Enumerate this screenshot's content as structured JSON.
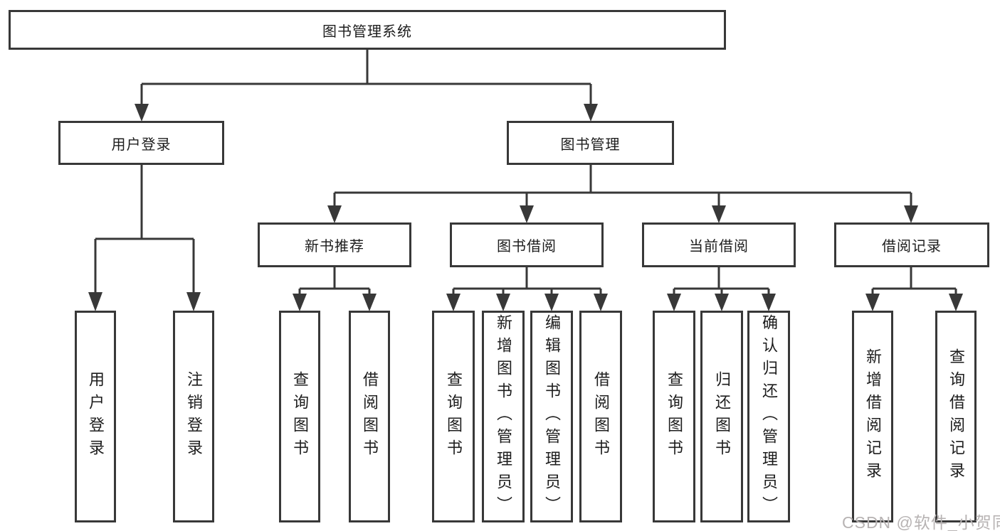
{
  "diagram": {
    "root": {
      "label": "图书管理系统"
    },
    "branches": [
      {
        "label": "用户登录",
        "children": [
          {
            "label": "用户登录"
          },
          {
            "label": "注销登录"
          }
        ]
      },
      {
        "label": "图书管理",
        "children": [
          {
            "label": "新书推荐",
            "children": [
              {
                "label": "查询图书"
              },
              {
                "label": "借阅图书"
              }
            ]
          },
          {
            "label": "图书借阅",
            "children": [
              {
                "label": "查询图书"
              },
              {
                "label": "新增图书（管理员）"
              },
              {
                "label": "编辑图书（管理员）"
              },
              {
                "label": "借阅图书"
              }
            ]
          },
          {
            "label": "当前借阅",
            "children": [
              {
                "label": "查询图书"
              },
              {
                "label": "归还图书"
              },
              {
                "label": "确认归还（管理员）"
              }
            ]
          },
          {
            "label": "借阅记录",
            "children": [
              {
                "label": "新增借阅记录"
              },
              {
                "label": "查询借阅记录"
              }
            ]
          }
        ]
      }
    ]
  },
  "watermark": {
    "text": "CSDN @软件_小贺同学"
  },
  "colors": {
    "line": "#383838",
    "text": "#1d1d1d",
    "box_background": "#ffffff",
    "watermark": "#b7b3b3",
    "page_background": "#ffffff"
  }
}
